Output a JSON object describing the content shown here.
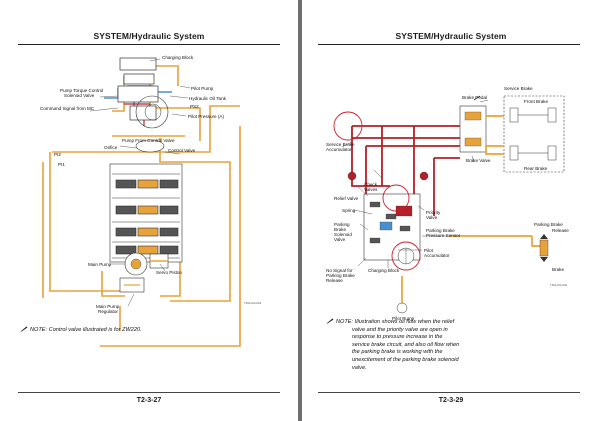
{
  "left_page": {
    "title": "SYSTEM/Hydraulic System",
    "page_number": "T2-3-27",
    "figure_id": "T4GH-02-003",
    "note_label": "NOTE:",
    "note_text": "Control valve illustrated is for ZW220.",
    "labels": {
      "charging_block": "Charging Block",
      "pilot_pump": "Pilot Pump",
      "pump_torque_control": "Pump Torque Control",
      "solenoid_valve": "Solenoid Valve",
      "hydraulic_oil_tank": "Hydraulic Oil Tank",
      "command_signal": "Command Signal from MC",
      "ps2": "PS2",
      "pilot_pressure": "Pilot Pressure (A)",
      "pump_from_cv": "Pump From Control Valve",
      "orifice": "Orifice",
      "control_valve": "Control Valve",
      "pi2": "PI2",
      "pi1": "PI1",
      "main_pump": "Main Pump",
      "servo_piston": "Servo Piston",
      "main_pump_regulator_1": "Main Pump",
      "main_pump_regulator_2": "Regulator"
    }
  },
  "right_page": {
    "title": "SYSTEM/Hydraulic System",
    "page_number": "T2-3-29",
    "figure_id": "T4GH-02-004",
    "note_label": "NOTE:",
    "note_lines": [
      "Illustration shows oil flow when the relief",
      "valve and the priority valve are open in",
      "response to pressure increase in the",
      "service brake circuit, and also oil flow when",
      "the parking brake is working with the",
      "unexcitement of the parking brake solenoid",
      "valve."
    ],
    "labels": {
      "service_brake": "Service Brake",
      "brake_pedal": "Brake Pedal",
      "front_brake": "Front Brake",
      "rear_brake": "Rear Brake",
      "brake_valve": "Brake Valve",
      "sb_accumulator_1": "Service Brake",
      "sb_accumulator_2": "Accumulator",
      "check_valves_1": "Check",
      "check_valves_2": "Valves",
      "relief_valve": "Relief Valve",
      "priority_valve_1": "Priority",
      "priority_valve_2": "Valve",
      "spring": "Spring",
      "parking_brake_solenoid_1": "Parking",
      "parking_brake_solenoid_2": "Brake",
      "parking_brake_solenoid_3": "Solenoid",
      "parking_brake_solenoid_4": "Valve",
      "pb_pressure_sensor_1": "Parking Brake",
      "pb_pressure_sensor_2": "Pressure Sensor",
      "pilot_accumulator_1": "Pilot",
      "pilot_accumulator_2": "Accumulator",
      "no_signal_1": "No Signal for",
      "no_signal_2": "Parking Brake",
      "no_signal_3": "Release",
      "charging_block": "Charging Block",
      "pilot_pump": "Pilot Pump",
      "parking_brake": "Parking Brake",
      "release": "Release",
      "brake": "Brake"
    }
  },
  "colors": {
    "oil_orange": "#e8a23a",
    "oil_red": "#b3202a",
    "oil_blue": "#4a8fd0",
    "callout_red": "#cc1f2a",
    "line_dark": "#333333"
  }
}
